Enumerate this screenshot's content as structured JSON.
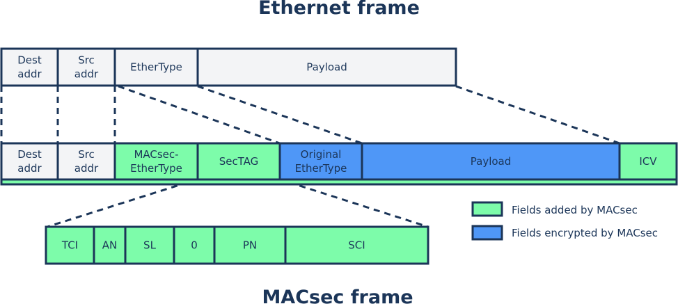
{
  "titles": {
    "ethernet": "Ethernet frame",
    "macsec": "MACsec frame"
  },
  "colors": {
    "plain": "#f3f4f6",
    "added": "#7dfcaa",
    "encrypted": "#4f97f7",
    "outline": "#1b3558"
  },
  "ethernet_frame": {
    "fields": [
      {
        "lines": [
          "Dest",
          "addr"
        ],
        "kind": "plain"
      },
      {
        "lines": [
          "Src",
          "addr"
        ],
        "kind": "plain"
      },
      {
        "lines": [
          "EtherType"
        ],
        "kind": "plain"
      },
      {
        "lines": [
          "Payload"
        ],
        "kind": "plain"
      }
    ]
  },
  "macsec_frame": {
    "fields": [
      {
        "lines": [
          "Dest",
          "addr"
        ],
        "kind": "plain"
      },
      {
        "lines": [
          "Src",
          "addr"
        ],
        "kind": "plain"
      },
      {
        "lines": [
          "MACsec-",
          "EtherType"
        ],
        "kind": "added"
      },
      {
        "lines": [
          "SecTAG"
        ],
        "kind": "added"
      },
      {
        "lines": [
          "Original",
          "EtherType"
        ],
        "kind": "encrypted"
      },
      {
        "lines": [
          "Payload"
        ],
        "kind": "encrypted"
      },
      {
        "lines": [
          "ICV"
        ],
        "kind": "added"
      }
    ]
  },
  "sectag": {
    "fields": [
      {
        "lines": [
          "TCI"
        ],
        "kind": "added"
      },
      {
        "lines": [
          "AN"
        ],
        "kind": "added"
      },
      {
        "lines": [
          "SL"
        ],
        "kind": "added"
      },
      {
        "lines": [
          "0"
        ],
        "kind": "added"
      },
      {
        "lines": [
          "PN"
        ],
        "kind": "added"
      },
      {
        "lines": [
          "SCI"
        ],
        "kind": "added"
      }
    ]
  },
  "legend": [
    {
      "label": "Fields added by MACsec",
      "kind": "added"
    },
    {
      "label": "Fields encrypted by MACsec",
      "kind": "encrypted"
    }
  ]
}
